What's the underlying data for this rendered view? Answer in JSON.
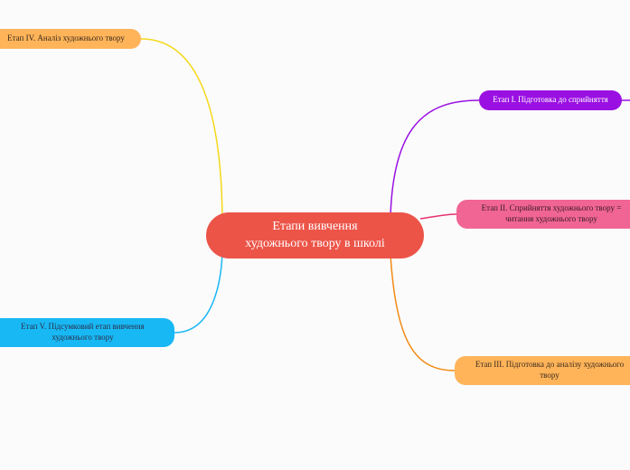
{
  "diagram": {
    "central": {
      "text": "Етапи вивчення\nхудожнього твору в школі",
      "color": "#ec5448"
    },
    "nodes": [
      {
        "id": "stage-1",
        "text": "Етап І. Підготовка до сприйняття",
        "color": "#9a10e2"
      },
      {
        "id": "stage-2",
        "text": "Етап ІІ. Сприйняття художнього твору =\nчитання художнього твору",
        "color": "#f06593"
      },
      {
        "id": "stage-3",
        "text": "Етап ІІІ. Підготовка до аналізу художнього\nтвору",
        "color": "#ffb45a"
      },
      {
        "id": "stage-4",
        "text": "Етап ІV. Аналіз художнього твору",
        "color": "#ffb45a"
      },
      {
        "id": "stage-5",
        "text": "Етап V. Підсумковий етап вивчення\nхудожнього твору",
        "color": "#18b8f4"
      }
    ],
    "link_colors": {
      "stage-1": "#9a10e2",
      "stage-2": "#e8336b",
      "stage-3": "#f28a12",
      "stage-4": "#f5d81a",
      "stage-5": "#18b8f4"
    }
  }
}
